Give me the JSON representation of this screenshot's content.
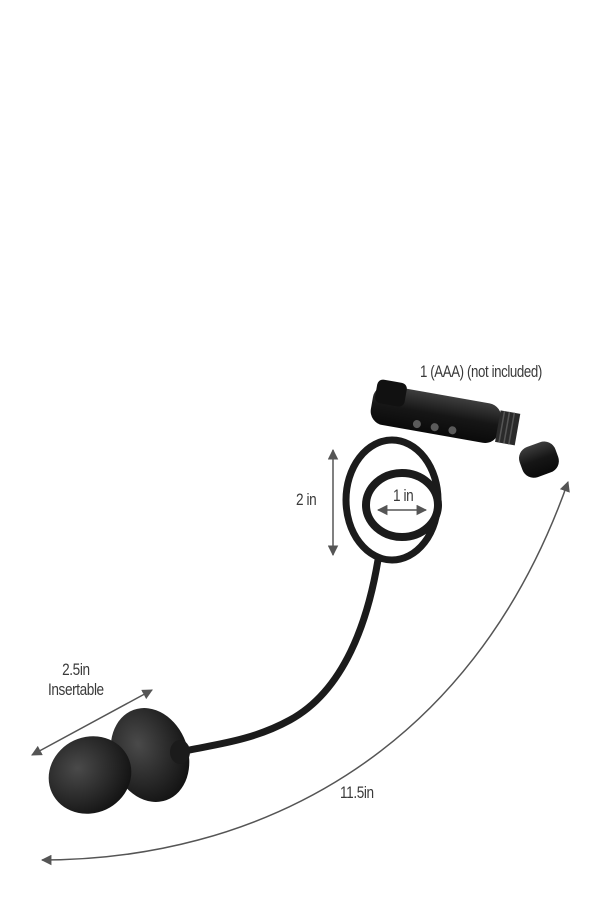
{
  "product_image": {
    "colors": {
      "background": "#ffffff",
      "product": "#1b1b1b",
      "product_highlight": "#4a4a4a",
      "annotation": "#555555",
      "label_text": "#3a3a3a"
    }
  },
  "annotations": {
    "battery": "1 (AAA) (not included)",
    "ring_height": "2 in",
    "inner_ring_width": "1 in",
    "insertable_length": "2.5in",
    "insertable_label": "Insertable",
    "total_length": "11.5in"
  }
}
